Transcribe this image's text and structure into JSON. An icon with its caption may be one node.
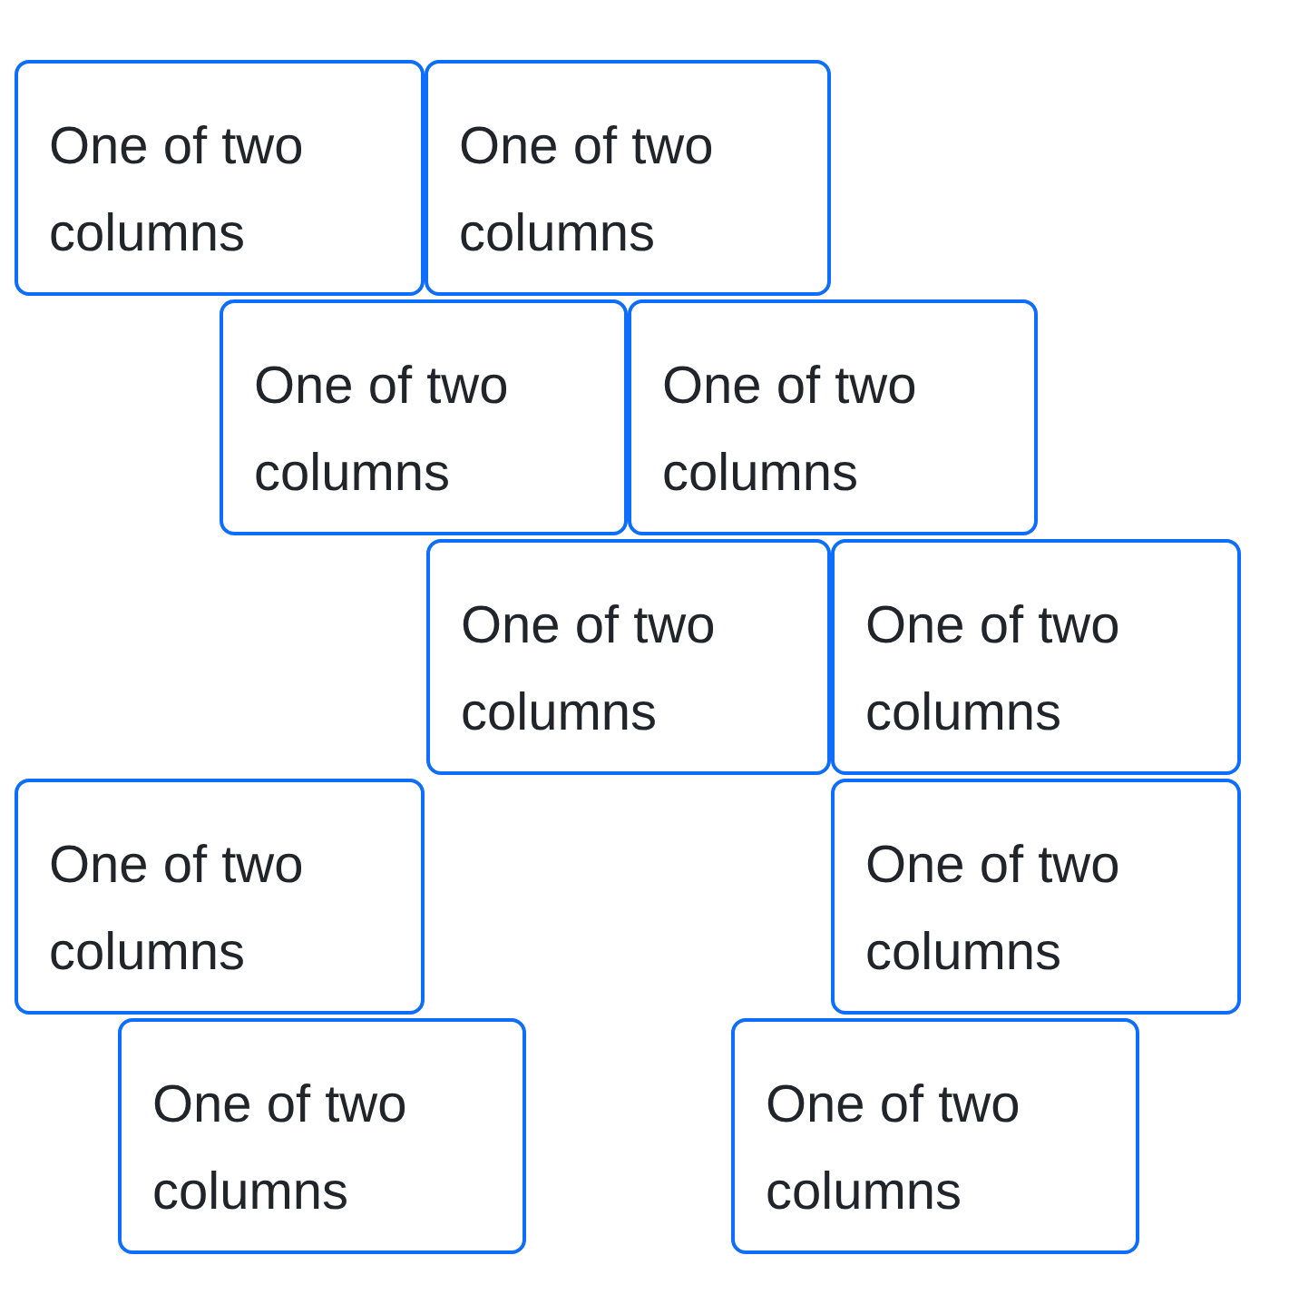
{
  "diagram": {
    "nodes": [
      {
        "text": [
          "One of two columns"
        ]
      },
      {
        "text": [
          "One of two columns"
        ]
      },
      {
        "text": [
          "One of two columns"
        ]
      },
      {
        "text": [
          "One of two columns"
        ]
      },
      {
        "text": [
          "One of two columns"
        ]
      },
      {
        "text": [
          "One of two columns"
        ]
      },
      {
        "text": [
          "One of two columns"
        ]
      },
      {
        "text": [
          "One of two columns"
        ]
      },
      {
        "text": [
          "One of two columns"
        ]
      },
      {
        "text": [
          "One of two columns"
        ]
      }
    ]
  }
}
